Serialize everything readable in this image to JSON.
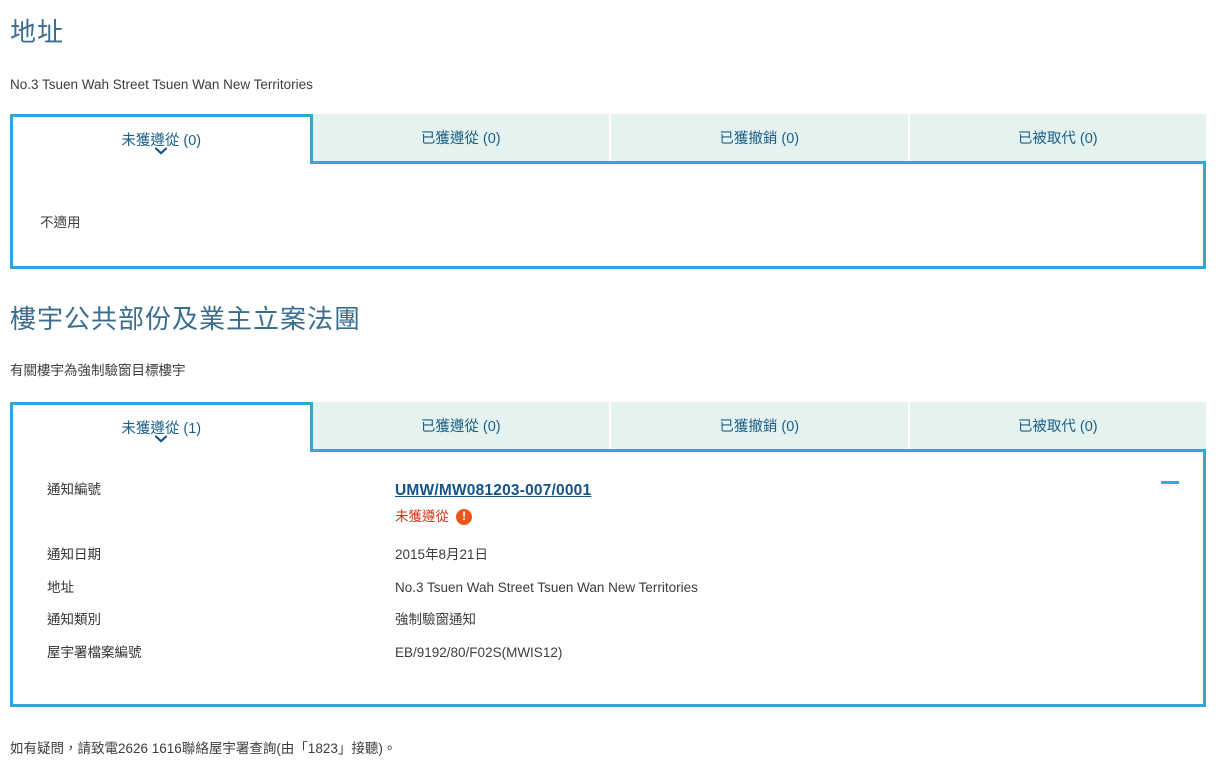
{
  "sections": [
    {
      "heading": "地址",
      "subtitle": "No.3 Tsuen Wah Street Tsuen Wan New Territories",
      "tabs": [
        {
          "label": "未獲遵從 (0)",
          "active": true
        },
        {
          "label": "已獲遵從 (0)",
          "active": false
        },
        {
          "label": "已獲撤銷 (0)",
          "active": false
        },
        {
          "label": "已被取代 (0)",
          "active": false
        }
      ],
      "empty_text": "不適用"
    },
    {
      "heading": "樓宇公共部份及業主立案法團",
      "subtitle": "有關樓宇為強制驗窗目標樓宇",
      "tabs": [
        {
          "label": "未獲遵從 (1)",
          "active": true
        },
        {
          "label": "已獲遵從 (0)",
          "active": false
        },
        {
          "label": "已獲撤銷 (0)",
          "active": false
        },
        {
          "label": "已被取代 (0)",
          "active": false
        }
      ],
      "record": {
        "notice_number_label": "通知編號",
        "notice_number": "UMW/MW081203-007/0001",
        "status": "未獲遵從",
        "status_icon": "warning-exclamation-icon",
        "notice_date_label": "通知日期",
        "notice_date": "2015年8月21日",
        "address_label": "地址",
        "address": "No.3 Tsuen Wah Street Tsuen Wan New Territories",
        "notice_type_label": "通知類別",
        "notice_type": "強制驗窗通知",
        "file_number_label": "屋宇署檔案編號",
        "file_number": "EB/9192/80/F02S(MWIS12)",
        "collapse_icon": "minus-collapse-icon"
      }
    }
  ],
  "footer": {
    "note": "如有疑問，請致電2626 1616聯絡屋宇署查詢(由「1823」接聽)。"
  },
  "colors": {
    "accent_border": "#31a7d6",
    "heading": "#3a6e8f",
    "tab_inactive_bg": "#e4f2f0",
    "tab_text": "#1b5f86",
    "link": "#15538a",
    "status_red": "#d8321e",
    "warning_orange": "#e8561b"
  }
}
